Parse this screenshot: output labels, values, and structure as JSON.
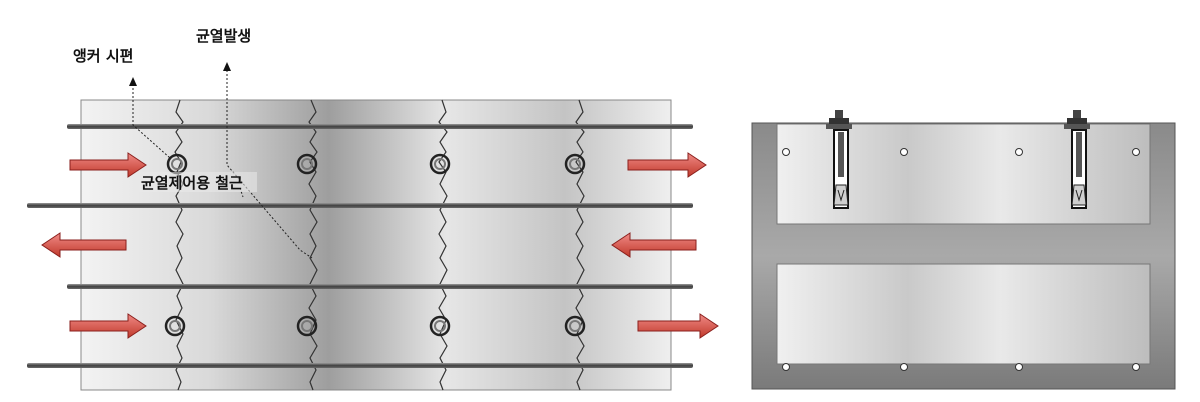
{
  "labels": {
    "anchor_specimen": "앵커 시편",
    "crack_occurrence": "균열발생",
    "crack_control_rebar": "균열제어용 철근"
  },
  "colors": {
    "arrow": "#d9534f",
    "arrow_edge": "#8a1f1c",
    "concrete_light": "#f2f2f2",
    "concrete_dark": "#9a9a9a",
    "rebar": "#555555",
    "steel_frame": "#6b6b6b"
  },
  "icons": {
    "tension_arrow": "arrow-right-icon",
    "compression_arrow": "arrow-left-icon",
    "anchor_bolt": "anchor-bolt-icon",
    "crack": "crack-line"
  }
}
